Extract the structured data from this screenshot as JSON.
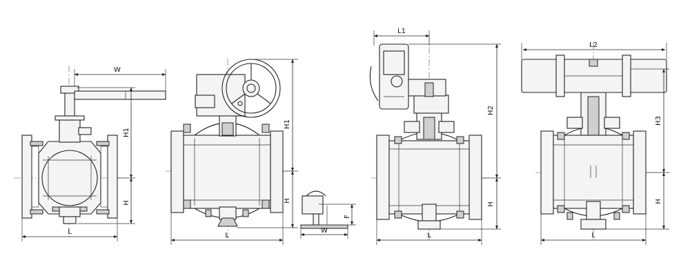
{
  "labels": {
    "v1_w": "W",
    "v1_h1": "H1",
    "v1_h": "H",
    "v1_l": "L",
    "v2_h1": "H1",
    "v2_h": "H",
    "v2_l": "L",
    "v2_f": "F",
    "v2_w": "W",
    "v3_l1": "L1",
    "v3_h2": "H2",
    "v3_h": "H",
    "v3_l": "L",
    "v4_l2": "L2",
    "v4_h3": "H3",
    "v4_h": "H",
    "v4_l": "L"
  }
}
